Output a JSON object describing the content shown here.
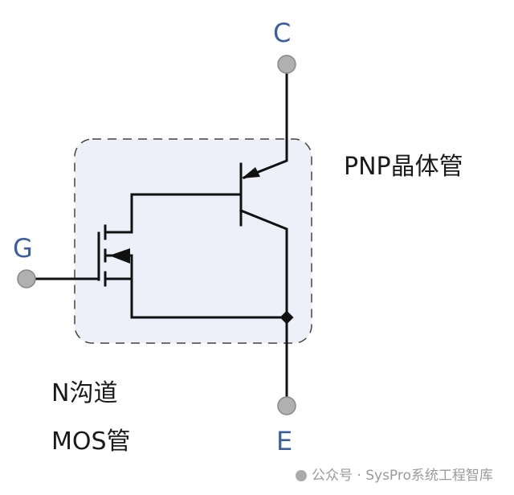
{
  "terminals": {
    "collector": "C",
    "gate": "G",
    "emitter": "E"
  },
  "labels": {
    "pnp": "PNP晶体管",
    "nchannel": "N沟道",
    "mos": "MOS管"
  },
  "watermark": "公众号 · SysPro系统工程智库",
  "colors": {
    "box_fill": "#edf0f8",
    "line": "#111111",
    "terminal": "#b0b0b0",
    "terminal_text": "#3a5fa0"
  }
}
